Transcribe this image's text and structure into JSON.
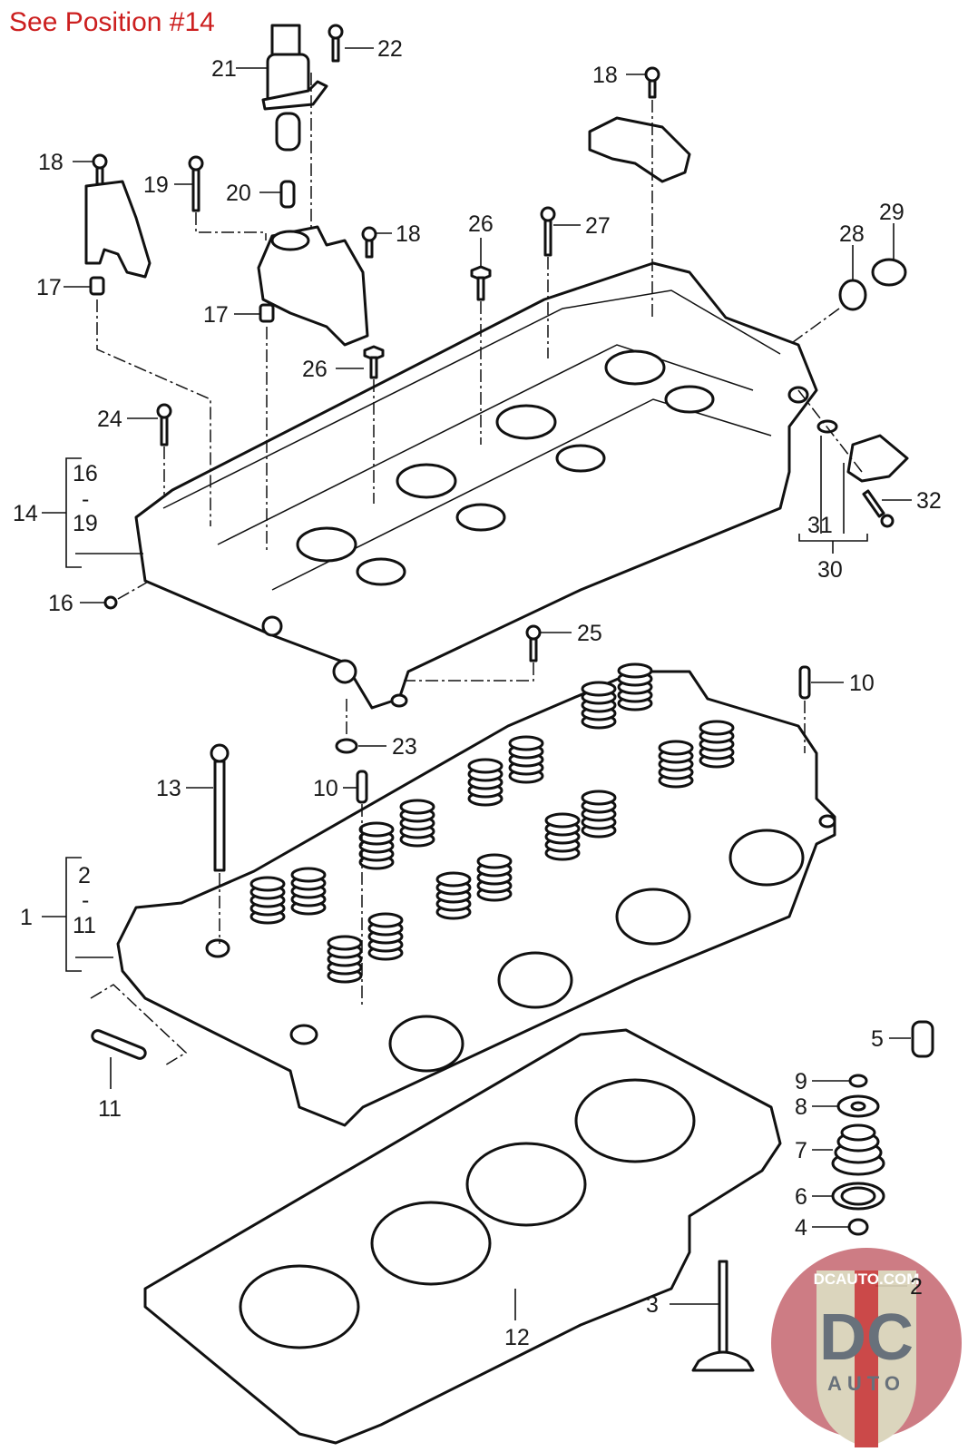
{
  "header": {
    "note": "See Position #14",
    "note_color": "#cc1f1f"
  },
  "diagram": {
    "title": "Cylinder head and camshaft housing exploded view",
    "callouts": {
      "p1": "1",
      "p1_range_from": "2",
      "p1_range_sep": "-",
      "p1_range_to": "11",
      "p2": "2",
      "p3": "3",
      "p4": "4",
      "p5": "5",
      "p6": "6",
      "p7": "7",
      "p8": "8",
      "p9": "9",
      "p10a": "10",
      "p10b": "10",
      "p11": "11",
      "p12": "12",
      "p13": "13",
      "p14": "14",
      "p14_range_from": "16",
      "p14_range_sep": "-",
      "p14_range_to": "19",
      "p16": "16",
      "p17a": "17",
      "p17b": "17",
      "p18a": "18",
      "p18b": "18",
      "p18c": "18",
      "p19": "19",
      "p20": "20",
      "p21": "21",
      "p22": "22",
      "p23": "23",
      "p24": "24",
      "p25": "25",
      "p26a": "26",
      "p26b": "26",
      "p27": "27",
      "p28": "28",
      "p29": "29",
      "p30": "30",
      "p31": "31",
      "p32": "32"
    }
  },
  "watermark": {
    "site": "DCAUTO.COM",
    "monogram": "DC",
    "word": "AUTO",
    "badge_color": "#c9717a",
    "shield_color": "#d9d2b8",
    "letter_color": "#5c6670",
    "stripe_color": "#c73a3a"
  }
}
